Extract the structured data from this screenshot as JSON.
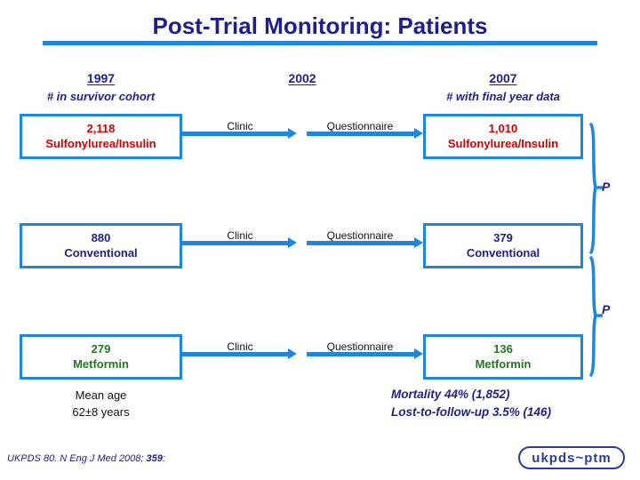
{
  "slide": {
    "title": "Post-Trial Monitoring: Patients",
    "accent_color": "#1f86dd",
    "title_color": "#1f1f8c"
  },
  "columns": [
    {
      "year": "1997",
      "subtitle": "# in survivor cohort"
    },
    {
      "year": "2002",
      "subtitle": ""
    },
    {
      "year": "2007",
      "subtitle": "# with final year data"
    }
  ],
  "rows": [
    {
      "start": {
        "count": "2,118",
        "group": "Sulfonylurea/Insulin",
        "color": "#d40000"
      },
      "step1_label": "Clinic",
      "step2_label": "Questionnaire",
      "end": {
        "count": "1,010",
        "group": "Sulfonylurea/Insulin",
        "color": "#d40000"
      }
    },
    {
      "start": {
        "count": "880",
        "group": "Conventional",
        "color": "#1f1f8c"
      },
      "step1_label": "Clinic",
      "step2_label": "Questionnaire",
      "end": {
        "count": "379",
        "group": "Conventional",
        "color": "#1f1f8c"
      }
    },
    {
      "start": {
        "count": "279",
        "group": "Metformin",
        "color": "#1f7a1f"
      },
      "step1_label": "Clinic",
      "step2_label": "Questionnaire",
      "end": {
        "count": "136",
        "group": "Metformin",
        "color": "#1f7a1f"
      }
    }
  ],
  "braces": [
    {
      "label": "P"
    },
    {
      "label": "P"
    }
  ],
  "footnotes": {
    "mean_age_line1": "Mean age",
    "mean_age_line2": "62±8 years",
    "mortality": "Mortality 44% (1,852)",
    "lost_to_follow_up": "Lost-to-follow-up 3.5% (146)"
  },
  "citation": {
    "prefix": "UKPDS 80. N Eng J Med 2008; ",
    "volume": "359",
    "suffix": ":"
  },
  "logo": {
    "text": "ukpds~ptm"
  }
}
